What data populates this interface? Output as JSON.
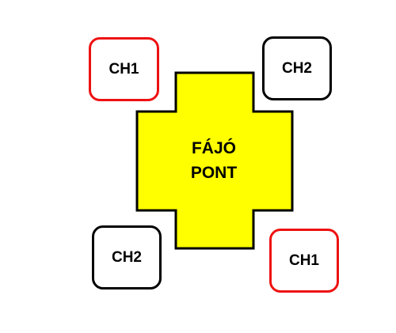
{
  "diagram": {
    "center": {
      "line1": "FÁJÓ",
      "line2": "PONT",
      "fill": "#ffff00",
      "stroke": "#000000"
    },
    "boxes": [
      {
        "id": "top-left",
        "label": "CH1",
        "border": "#ee1111"
      },
      {
        "id": "top-right",
        "label": "CH2",
        "border": "#000000"
      },
      {
        "id": "bottom-left",
        "label": "CH2",
        "border": "#000000"
      },
      {
        "id": "bottom-right",
        "label": "CH1",
        "border": "#ee1111"
      }
    ]
  }
}
